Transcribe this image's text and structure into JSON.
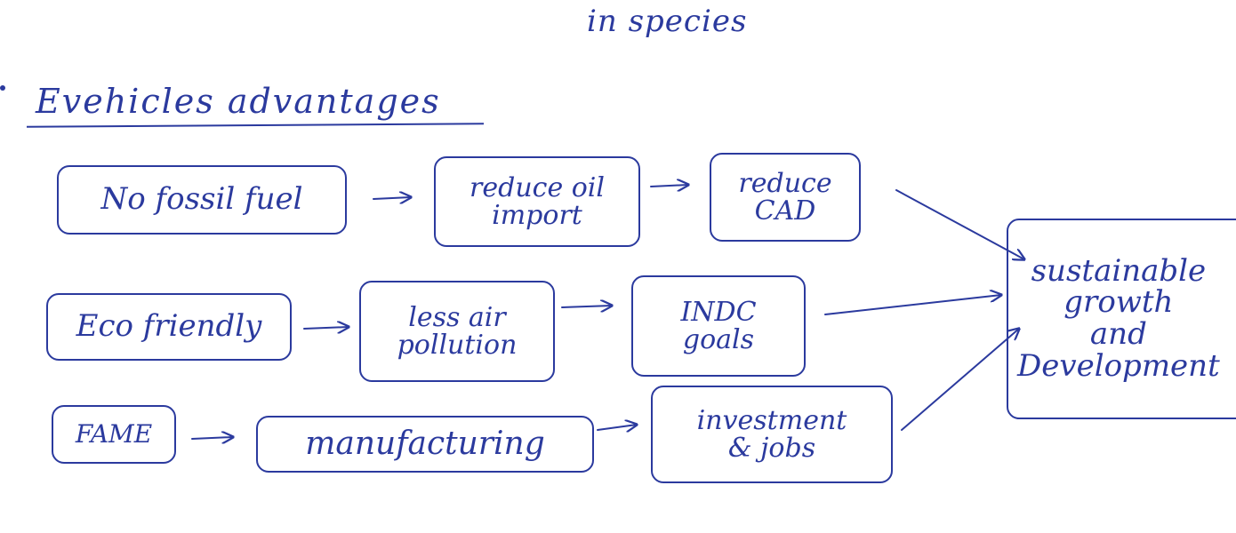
{
  "top_fragment": "in species",
  "heading": "Evehicles advantages",
  "nodes": {
    "no_fossil_fuel": "No fossil fuel",
    "reduce_oil_import": "reduce oil\nimport",
    "reduce_cad": "reduce\nCAD",
    "eco_friendly": "Eco friendly",
    "less_air_pollution": "less air\npollution",
    "indc_goals": "INDC\ngoals",
    "fame": "FAME",
    "manufacturing": "manufacturing",
    "investment_jobs": "investment\n& jobs",
    "sustainable_growth": "sustainable\ngrowth\nand\nDevelopment"
  },
  "colors": {
    "ink": "#2b3a9e",
    "background": "#ffffff"
  }
}
